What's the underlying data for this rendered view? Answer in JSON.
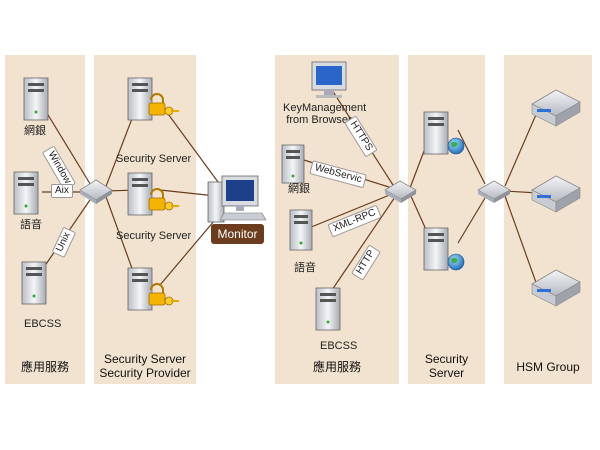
{
  "columns": [
    {
      "title": "應用服務"
    },
    {
      "title_line1": "Security Server",
      "title_line2": "Security Provider"
    },
    {
      "title": "應用服務"
    },
    {
      "title_line1": "Security",
      "title_line2": "Server"
    },
    {
      "title": "HSM Group"
    }
  ],
  "left_servers": [
    "網銀",
    "語音",
    "EBCSS"
  ],
  "left_links": [
    "Window",
    "Aix",
    "Unix"
  ],
  "middle_servers": [
    "Security Server",
    "Security Server"
  ],
  "monitor": "Monitor",
  "right_clients": [
    "KeyManagement from Browser",
    "網銀",
    "語音",
    "EBCSS"
  ],
  "right_links": [
    "HTTPS",
    "WebServic",
    "XML-RPC",
    "HTTP"
  ],
  "colors": {
    "column": "#f1e3cf",
    "line": "#6b3d1e",
    "monitor": "#6b3d1e"
  }
}
